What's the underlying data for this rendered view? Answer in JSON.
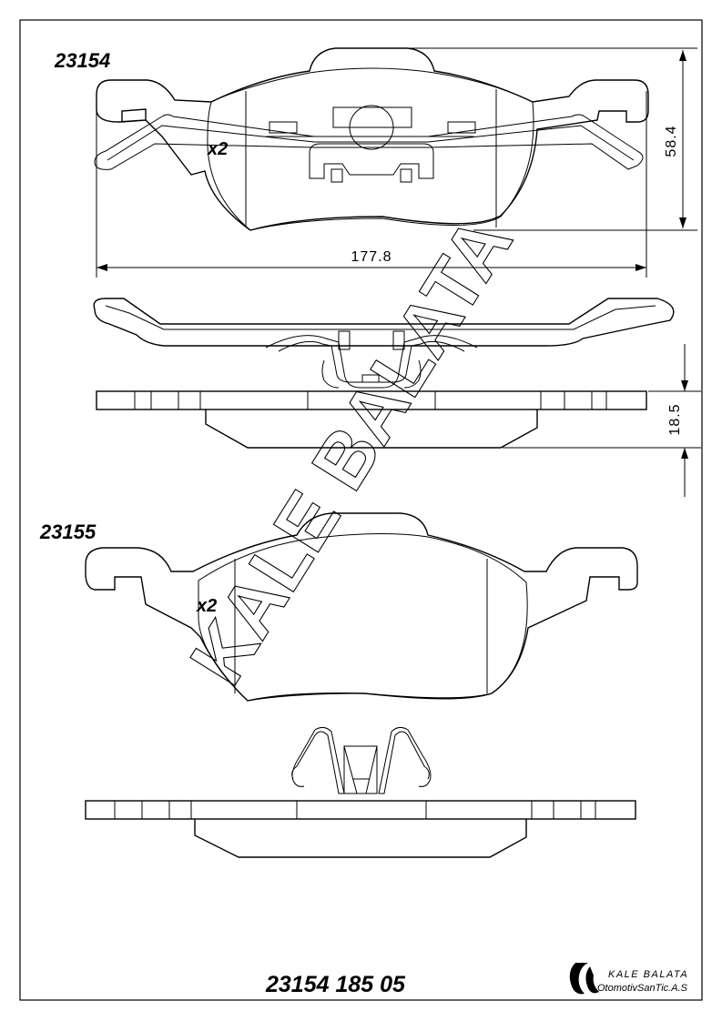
{
  "drawing": {
    "part_a": {
      "number": "23154",
      "quantity": "x2"
    },
    "part_b": {
      "number": "23155",
      "quantity": "x2"
    },
    "dimensions": {
      "width": "177.8",
      "height": "58.4",
      "thickness": "18.5"
    },
    "watermark": "KALE BALATA",
    "footer": {
      "code": "23154 185 05",
      "brand": "KALE BALATA",
      "company": "OtomotivSanTic.A.S"
    }
  }
}
